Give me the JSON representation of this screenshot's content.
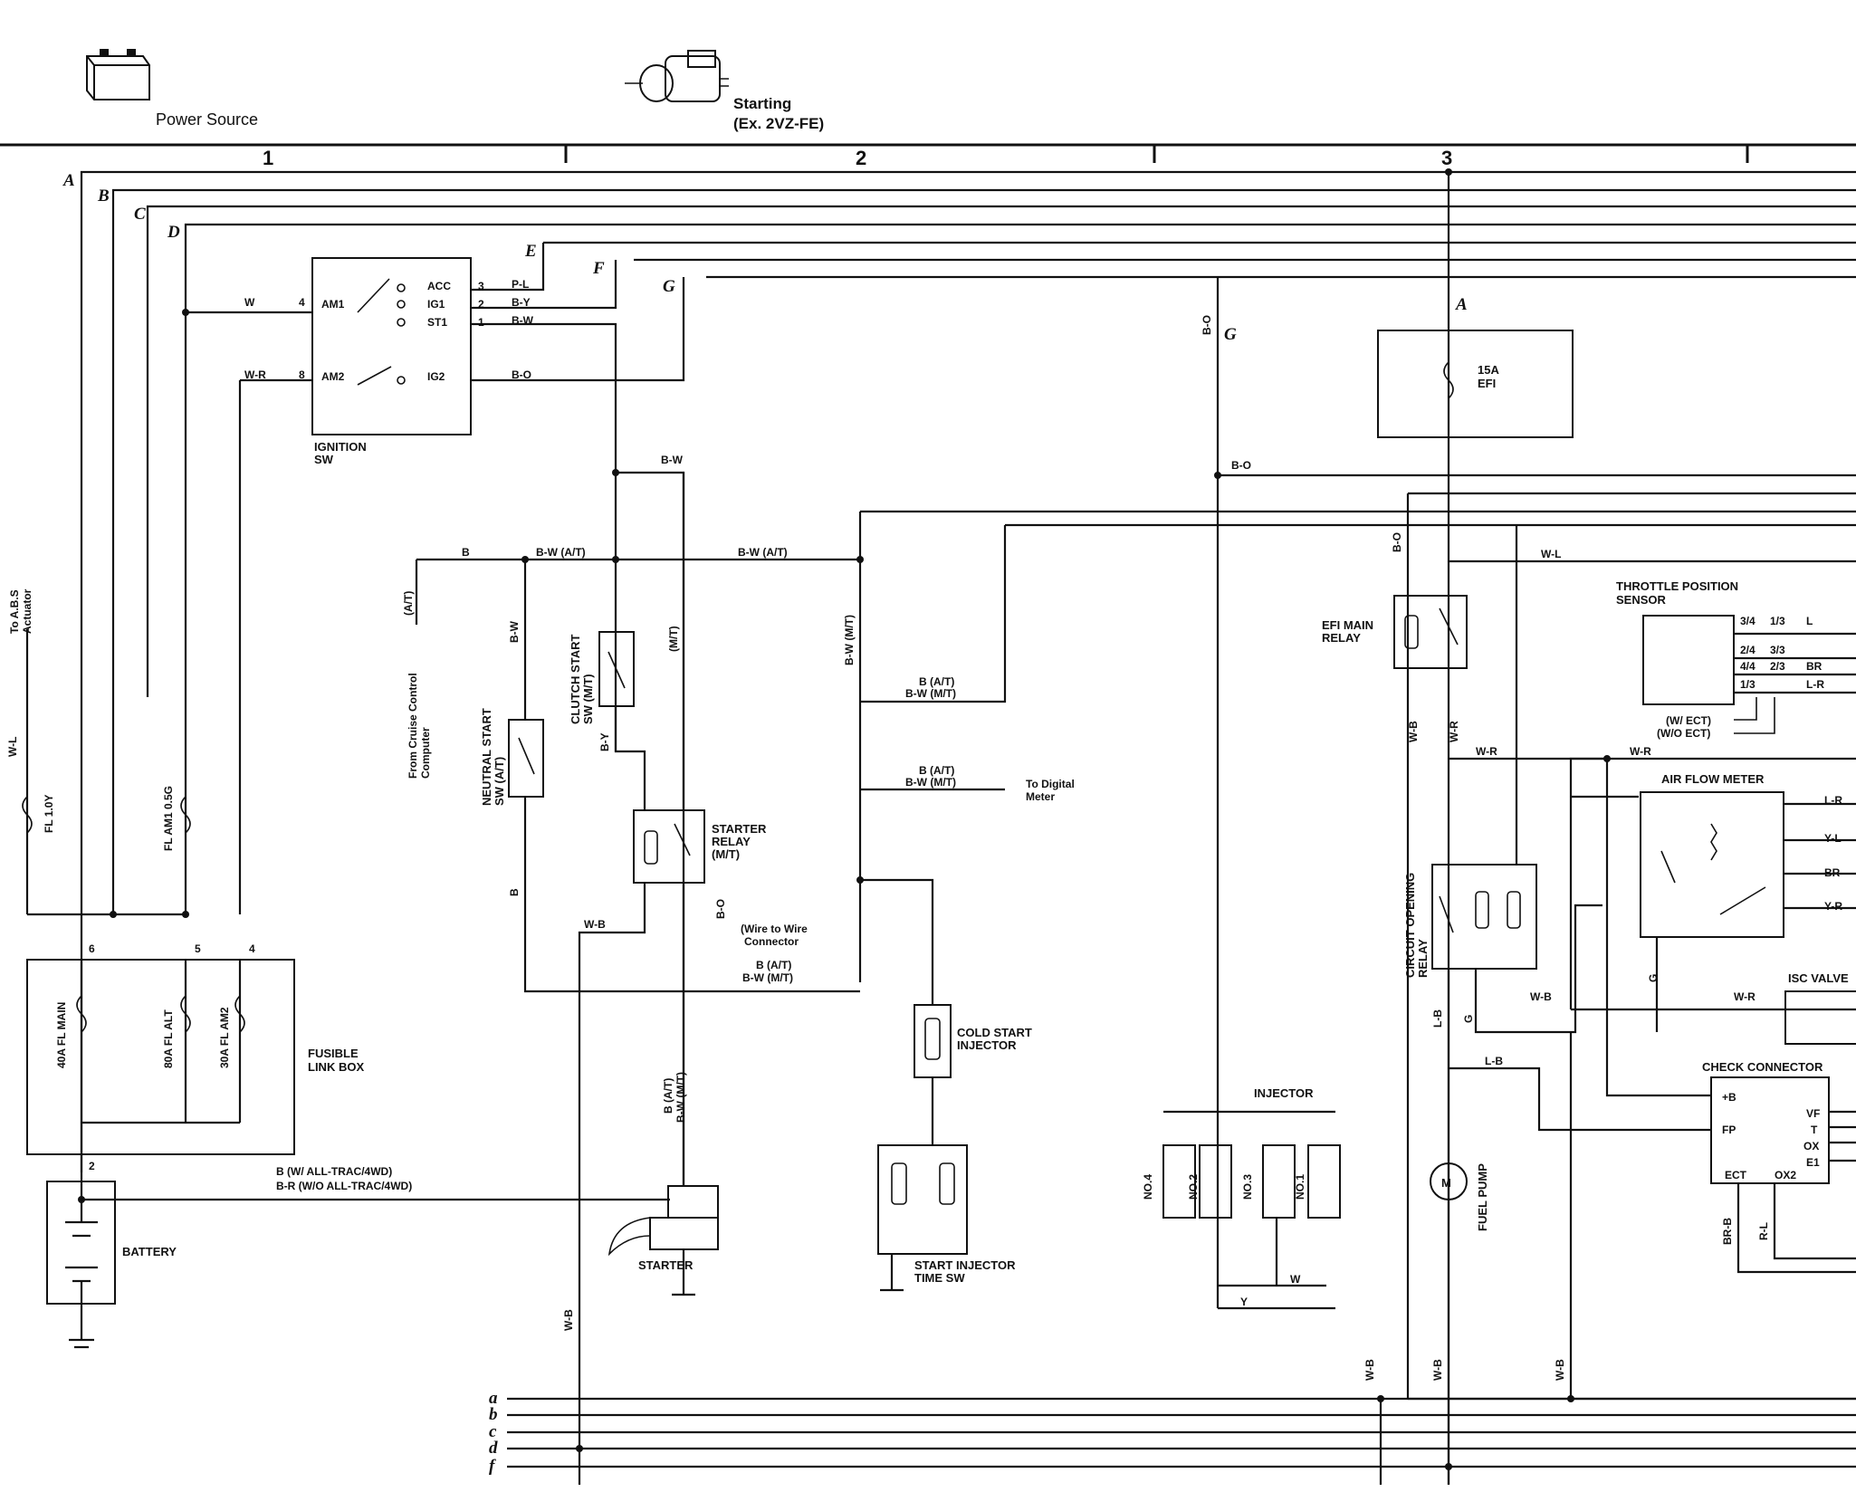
{
  "header": {
    "power_source": "Power Source",
    "starting": "Starting",
    "starting_sub": "(Ex. 2VZ-FE)",
    "columns": [
      "1",
      "2",
      "3"
    ]
  },
  "buses_top": [
    "A",
    "B",
    "C",
    "D",
    "E",
    "F",
    "G"
  ],
  "buses_bottom": [
    "a",
    "b",
    "c",
    "d",
    "f"
  ],
  "ignition_switch": {
    "name": "IGNITION\nSW",
    "name_l1": "IGNITION",
    "name_l2": "SW",
    "terminals": [
      "AM1",
      "ACC",
      "IG1",
      "ST1",
      "AM2",
      "IG2"
    ],
    "pins": [
      "4",
      "3",
      "2",
      "1",
      "8"
    ]
  },
  "fusible_link_box": {
    "name_l1": "FUSIBLE",
    "name_l2": "LINK BOX",
    "fuses": [
      "40A FL MAIN",
      "80A FL ALT",
      "30A FL AM2"
    ],
    "pins": [
      "6",
      "5",
      "4",
      "2"
    ]
  },
  "wires": {
    "W": "W",
    "WR": "W-R",
    "WL": "W-L",
    "PL": "P-L",
    "BY": "B-Y",
    "BW": "B-W",
    "BO": "B-O",
    "B": "B",
    "G": "G",
    "WB": "W-B",
    "LB": "L-B",
    "BR": "BR",
    "YL": "Y-L",
    "YR": "Y-R",
    "LR": "L-R",
    "BRB": "BR-B",
    "RL": "R-L",
    "L": "L",
    "Y": "Y",
    "BWAT": "B-W (A/T)",
    "BWMT": "B-W (M/T)",
    "MT": "(M/T)",
    "AT": "(A/T)",
    "BAT": "B (A/T)",
    "BATT": "B (W/ ALL-TRAC/4WD)",
    "BRNOTRAC": "B-R (W/O ALL-TRAC/4WD)"
  },
  "labels": {
    "abs": "To A.B.S\nActuator",
    "abs_l1": "To A.B.S",
    "abs_l2": "Actuator",
    "fl10y": "FL 1.0Y",
    "flam1": "FL AM1 0.5G",
    "cruise_l1": "From Cruise Control",
    "cruise_l2": "Computer",
    "neutral_l1": "NEUTRAL START",
    "neutral_l2": "SW (A/T)",
    "clutch_l1": "CLUTCH START",
    "clutch_l2": "SW (M/T)",
    "starter_relay_l1": "STARTER",
    "starter_relay_l2": "RELAY",
    "starter_relay_l3": "(M/T)",
    "w2w_l1": "(Wire to Wire",
    "w2w_l2": "Connector",
    "digital_l1": "To Digital",
    "digital_l2": "Meter",
    "cold_l1": "COLD START",
    "cold_l2": "INJECTOR",
    "sitsw_l1": "START INJECTOR",
    "sitsw_l2": "TIME SW",
    "starter": "STARTER",
    "battery": "BATTERY",
    "injector": "INJECTOR",
    "inj_nos": [
      "NO.4",
      "NO.2",
      "NO.3",
      "NO.1"
    ],
    "efi_fuse_l1": "15A",
    "efi_fuse_l2": "EFI",
    "efi_relay_l1": "EFI MAIN",
    "efi_relay_l2": "RELAY",
    "tps_l1": "THROTTLE POSITION",
    "tps_l2": "SENSOR",
    "tps_rows": [
      "3/4",
      "1/3",
      "2/4",
      "3/3",
      "4/4",
      "2/3",
      "1/3"
    ],
    "wect": "(W/ ECT)",
    "woect": "(W/O ECT)",
    "afm": "AIR FLOW METER",
    "cor_l1": "CIRCUIT OPENING",
    "cor_l2": "RELAY",
    "isc": "ISC VALVE",
    "check": "CHECK CONNECTOR",
    "check_pins": [
      "+B",
      "FP",
      "VF",
      "T",
      "OX",
      "E1",
      "ECT",
      "OX2"
    ],
    "fuel_pump": "FUEL PUMP",
    "motor": "M"
  }
}
